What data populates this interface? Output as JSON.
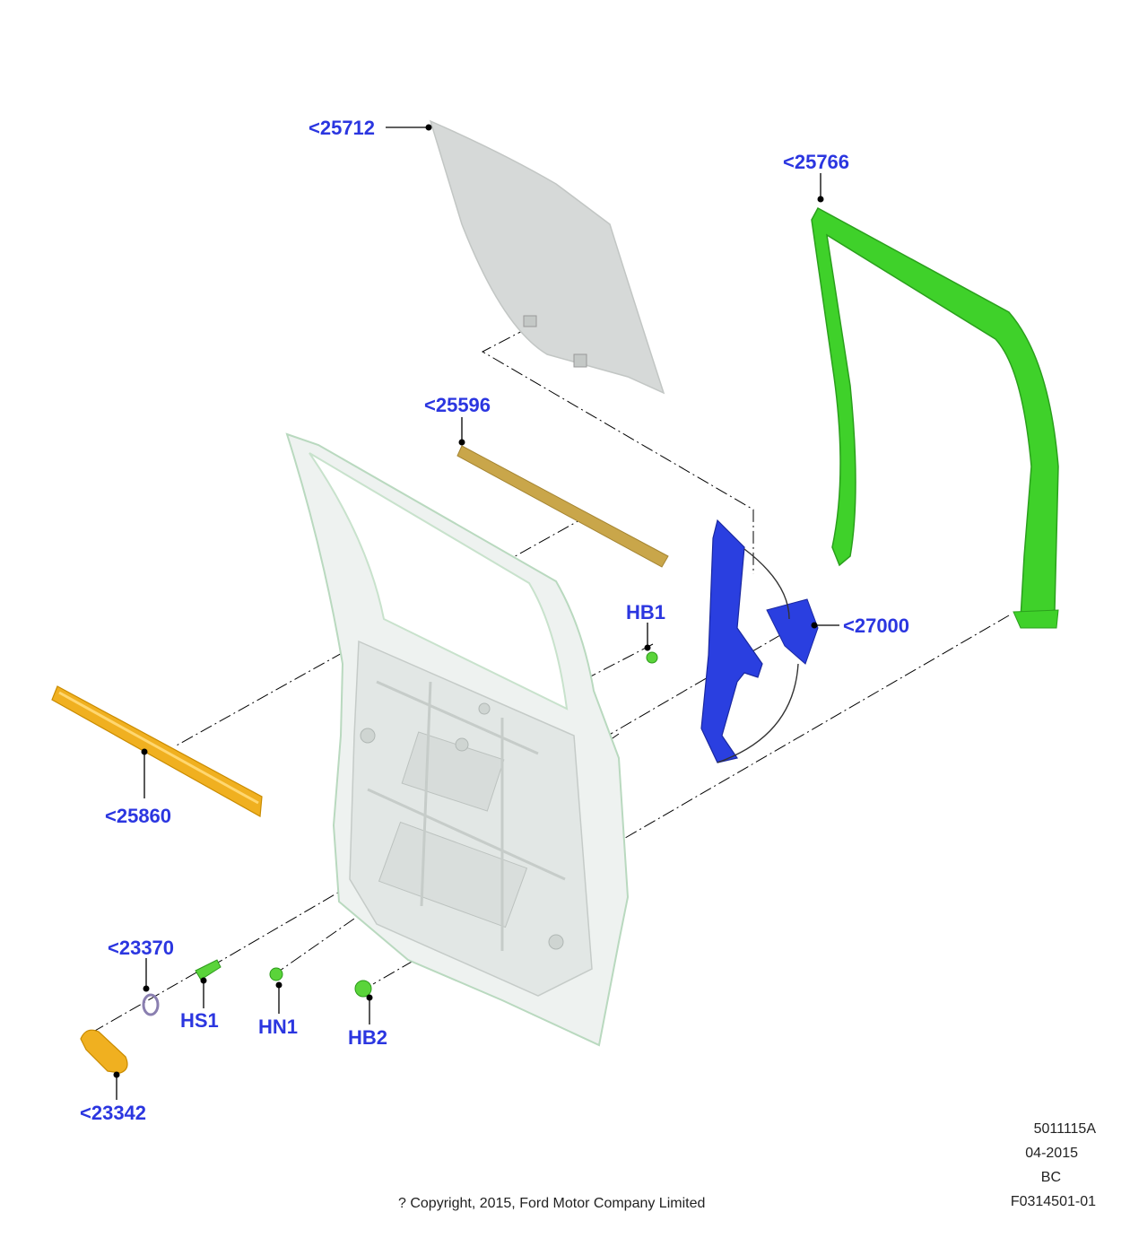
{
  "colors": {
    "callout": "#2b36e0",
    "glass": "#d6d9d8",
    "door_panel": "#eef2f0",
    "door_edge": "#b9d9bf",
    "weatherstrip_green": "#3fd12a",
    "belt_molding_tan": "#c9a64a",
    "seal_orange": "#f0b020",
    "regulator_blue": "#2a3fe0",
    "fastener_green": "#5ad43a",
    "washer_purple": "#8a7fb0"
  },
  "callouts": {
    "glass": "<25712",
    "glass_run": "<25766",
    "inner_belt": "<25596",
    "outer_belt": "<25860",
    "regulator": "<27000",
    "bolt_hb1": "HB1",
    "bolt_hs1": "HS1",
    "nut_hn1": "HN1",
    "bolt_hb2": "HB2",
    "washer": "<23370",
    "handle": "<23342"
  },
  "footer": {
    "id": "5011115A",
    "date": "04-2015",
    "code": "BC",
    "ref": "F0314501-01",
    "copyright": "? Copyright, 2015, Ford Motor Company Limited"
  }
}
